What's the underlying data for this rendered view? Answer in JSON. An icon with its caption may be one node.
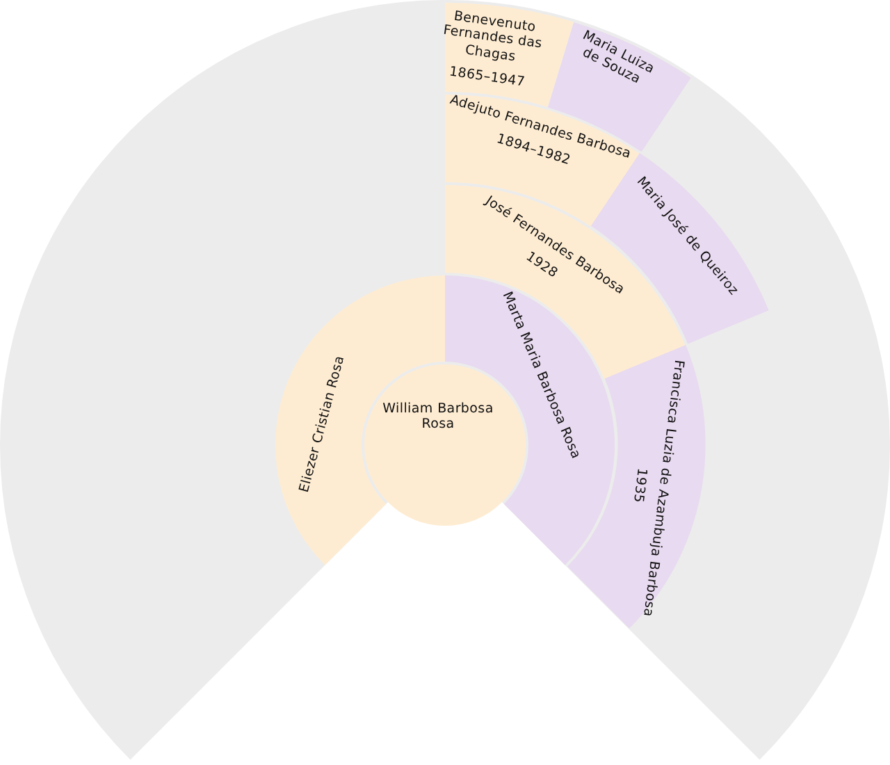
{
  "diagram": {
    "nodes": [
      {
        "text": [
          "William Barbosa Rosa"
        ]
      },
      {
        "text": [
          "Eliezer Cristian Rosa"
        ]
      },
      {
        "text": [
          "Marta Maria Barbosa Rosa"
        ]
      },
      {
        "text": [
          "José Fernandes Barbosa",
          "1928"
        ]
      },
      {
        "text": [
          "Francisca Luzia de Azambuja Barbosa",
          "1935"
        ]
      },
      {
        "text": [
          "Adejuto Fernandes Barbosa",
          "1894–1982"
        ]
      },
      {
        "text": [
          "Maria José de Queiroz"
        ]
      },
      {
        "text": [
          "Benevenuto Fernandes das Chagas",
          "1865–1947"
        ]
      },
      {
        "text": [
          "Maria Luiza de Souza"
        ]
      }
    ]
  }
}
